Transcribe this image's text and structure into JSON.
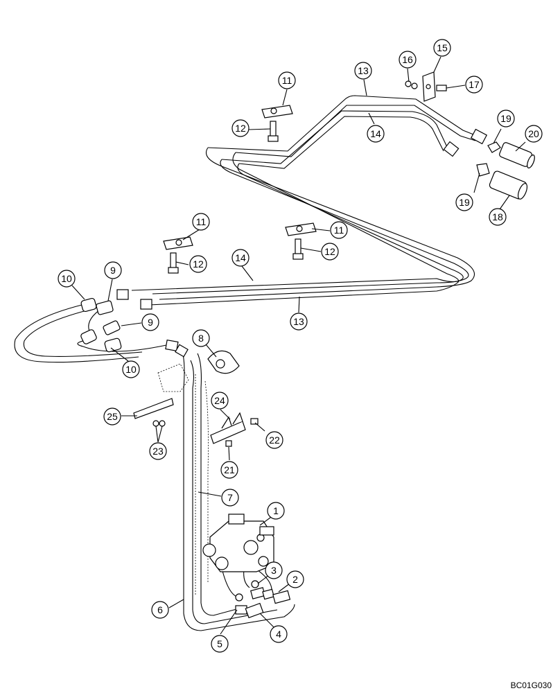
{
  "drawing_code": "BC01G030",
  "callouts": [
    {
      "id": "c1",
      "label": "1"
    },
    {
      "id": "c2",
      "label": "2"
    },
    {
      "id": "c3",
      "label": "3"
    },
    {
      "id": "c4",
      "label": "4"
    },
    {
      "id": "c5",
      "label": "5"
    },
    {
      "id": "c6",
      "label": "6"
    },
    {
      "id": "c7",
      "label": "7"
    },
    {
      "id": "c8",
      "label": "8"
    },
    {
      "id": "c9a",
      "label": "9"
    },
    {
      "id": "c9b",
      "label": "9"
    },
    {
      "id": "c10a",
      "label": "10"
    },
    {
      "id": "c10b",
      "label": "10"
    },
    {
      "id": "c11a",
      "label": "11"
    },
    {
      "id": "c11b",
      "label": "11"
    },
    {
      "id": "c11c",
      "label": "11"
    },
    {
      "id": "c12a",
      "label": "12"
    },
    {
      "id": "c12b",
      "label": "12"
    },
    {
      "id": "c12c",
      "label": "12"
    },
    {
      "id": "c13a",
      "label": "13"
    },
    {
      "id": "c13b",
      "label": "13"
    },
    {
      "id": "c14a",
      "label": "14"
    },
    {
      "id": "c14b",
      "label": "14"
    },
    {
      "id": "c15",
      "label": "15"
    },
    {
      "id": "c16",
      "label": "16"
    },
    {
      "id": "c17",
      "label": "17"
    },
    {
      "id": "c18",
      "label": "18"
    },
    {
      "id": "c19a",
      "label": "19"
    },
    {
      "id": "c19b",
      "label": "19"
    },
    {
      "id": "c20",
      "label": "20"
    },
    {
      "id": "c21",
      "label": "21"
    },
    {
      "id": "c22",
      "label": "22"
    },
    {
      "id": "c23",
      "label": "23"
    },
    {
      "id": "c24",
      "label": "24"
    },
    {
      "id": "c25",
      "label": "25"
    }
  ]
}
